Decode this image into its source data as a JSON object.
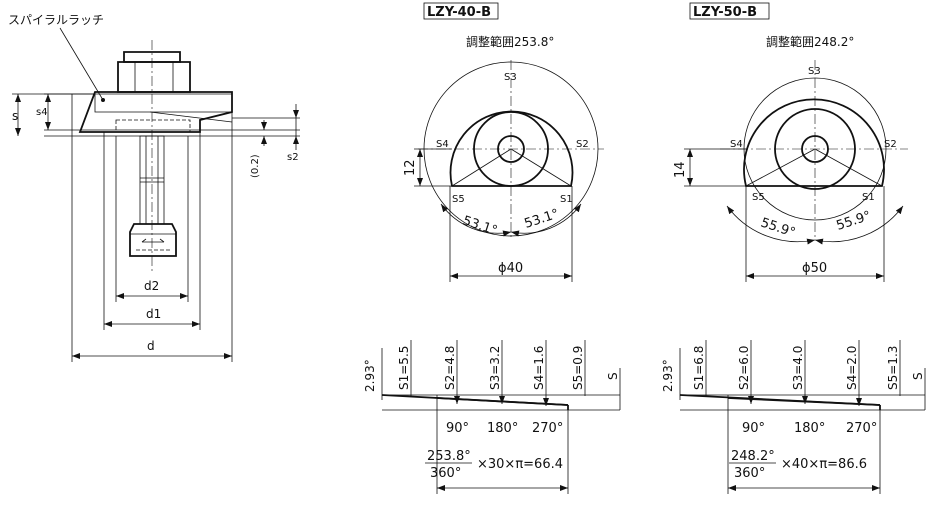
{
  "left_view": {
    "callout": "スパイラルラッチ",
    "dims": {
      "s": "s",
      "s4": "s4",
      "s2": "s2",
      "gap": "(0.2)",
      "d2": "d2",
      "d1": "d1",
      "d": "d"
    }
  },
  "lzy40": {
    "model": "LZY-40-B",
    "range": "調整範囲253.8°",
    "positions": {
      "s1": "S1",
      "s2": "S2",
      "s3": "S3",
      "s4": "S4",
      "s5": "S5"
    },
    "height": "12",
    "angle_left": "53.1°",
    "angle_right": "53.1°",
    "diameter": "ϕ40",
    "angle_label": "2.93°",
    "steps": [
      "S1=5.5",
      "S2=4.8",
      "S3=3.2",
      "S4=1.6",
      "S5=0.9"
    ],
    "s_label": "S",
    "degrees": [
      "90°",
      "180°",
      "270°"
    ],
    "formula_num": "253.8°",
    "formula_den": "360°",
    "formula_rest": "×30×π=66.4"
  },
  "lzy50": {
    "model": "LZY-50-B",
    "range": "調整範囲248.2°",
    "positions": {
      "s1": "S1",
      "s2": "S2",
      "s3": "S3",
      "s4": "S4",
      "s5": "S5"
    },
    "height": "14",
    "angle_left": "55.9°",
    "angle_right": "55.9°",
    "diameter": "ϕ50",
    "angle_label": "2.93°",
    "steps": [
      "S1=6.8",
      "S2=6.0",
      "S3=4.0",
      "S4=2.0",
      "S5=1.3"
    ],
    "s_label": "S",
    "degrees": [
      "90°",
      "180°",
      "270°"
    ],
    "formula_num": "248.2°",
    "formula_den": "360°",
    "formula_rest": "×40×π=86.6"
  }
}
